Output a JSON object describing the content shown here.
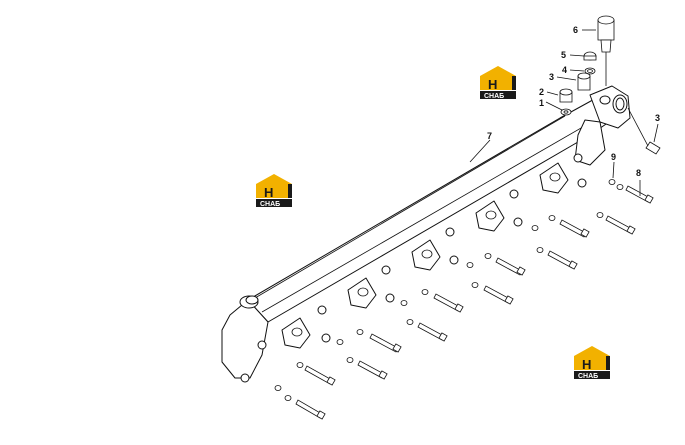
{
  "diagram": {
    "callouts": [
      {
        "id": "c1",
        "label": "1"
      },
      {
        "id": "c2",
        "label": "2"
      },
      {
        "id": "c3a",
        "label": "3"
      },
      {
        "id": "c4",
        "label": "4"
      },
      {
        "id": "c5",
        "label": "5"
      },
      {
        "id": "c6",
        "label": "6"
      },
      {
        "id": "c3b",
        "label": "3"
      },
      {
        "id": "c7",
        "label": "7"
      },
      {
        "id": "c9",
        "label": "9"
      },
      {
        "id": "c8",
        "label": "8"
      }
    ],
    "watermark": {
      "top_text": "H",
      "bottom_text": "СНАБ",
      "colors": {
        "yellow": "#f2b100",
        "dark": "#1a1a1a"
      }
    }
  }
}
